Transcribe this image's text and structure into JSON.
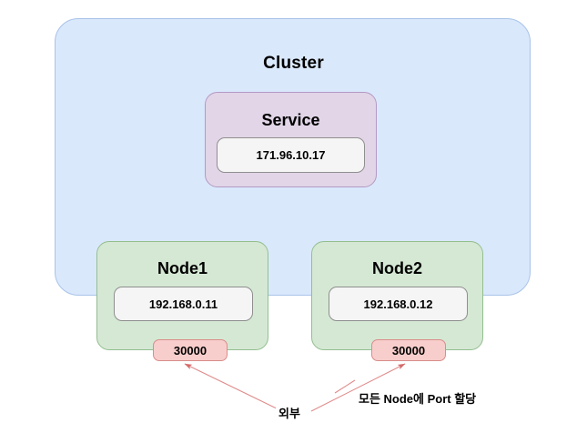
{
  "diagram": {
    "title": "Kubernetes NodePort Service Diagram",
    "colors": {
      "cluster_fill": "#dae8fc",
      "cluster_stroke": "#a8c3e8",
      "service_fill": "#e1d5e7",
      "service_stroke": "#b39ac4",
      "node_fill": "#d5e8d4",
      "node_stroke": "#93bf8f",
      "port_fill": "#f8cecc",
      "port_stroke": "#d98d8a",
      "value_fill": "#f5f5f5",
      "value_stroke": "#8f8f8f",
      "arrow": "#e08b8b"
    },
    "cluster": {
      "label": "Cluster"
    },
    "service": {
      "label": "Service",
      "ip": "171.96.10.17"
    },
    "nodes": [
      {
        "label": "Node1",
        "ip": "192.168.0.11",
        "port": "30000"
      },
      {
        "label": "Node2",
        "ip": "192.168.0.12",
        "port": "30000"
      }
    ],
    "labels": {
      "external": "외부",
      "port_allocation": "모든 Node에 Port 할당"
    },
    "connections": [
      {
        "from": "Node1",
        "to": "Service",
        "arrow": "single"
      },
      {
        "from": "Node2",
        "to": "Service",
        "arrow": "single"
      },
      {
        "from": "외부",
        "to": "Node1 port 30000",
        "arrow": "single"
      },
      {
        "from": "외부",
        "to": "Node2 port 30000",
        "arrow": "single"
      }
    ]
  }
}
